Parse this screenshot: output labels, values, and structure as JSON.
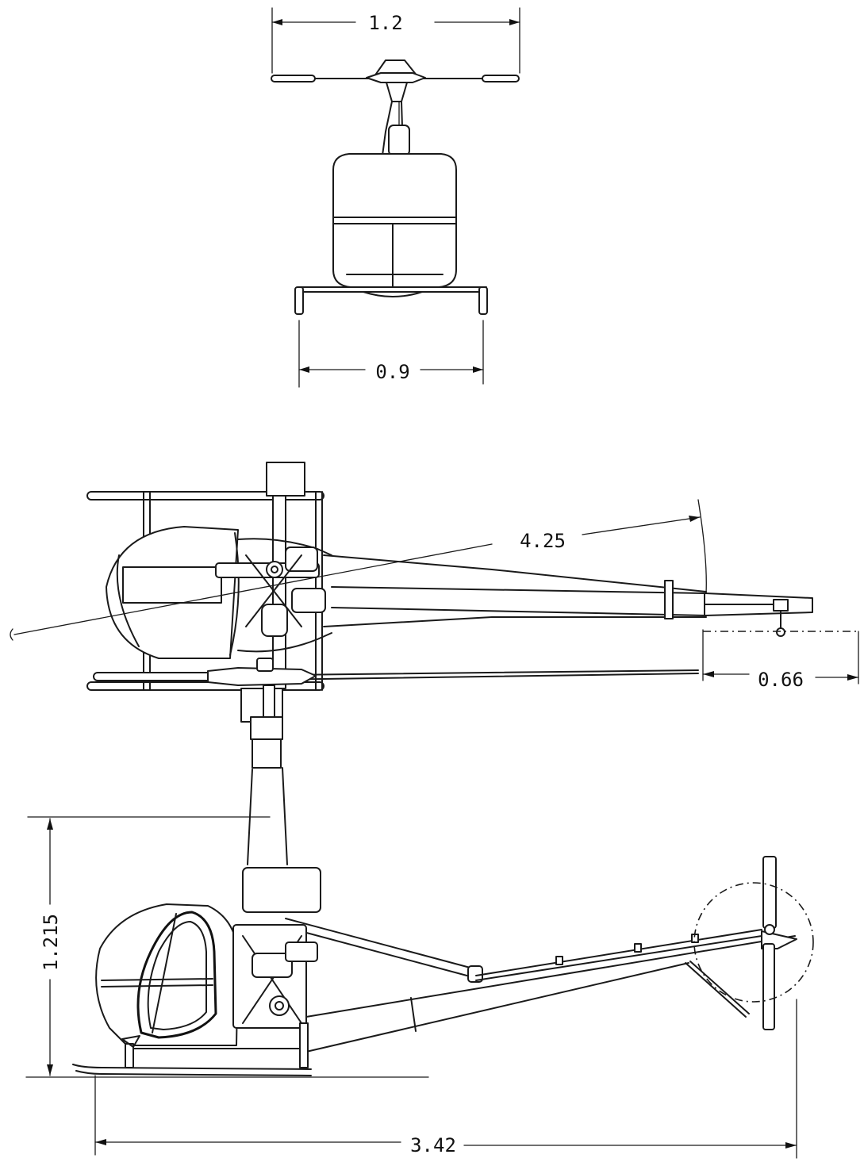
{
  "dimensions": {
    "rotor_span": "1.2",
    "skid_track": "0.9",
    "rotor_radius": "4.25",
    "tail_rotor_span": "0.66",
    "height": "1.215",
    "length": "3.42"
  }
}
